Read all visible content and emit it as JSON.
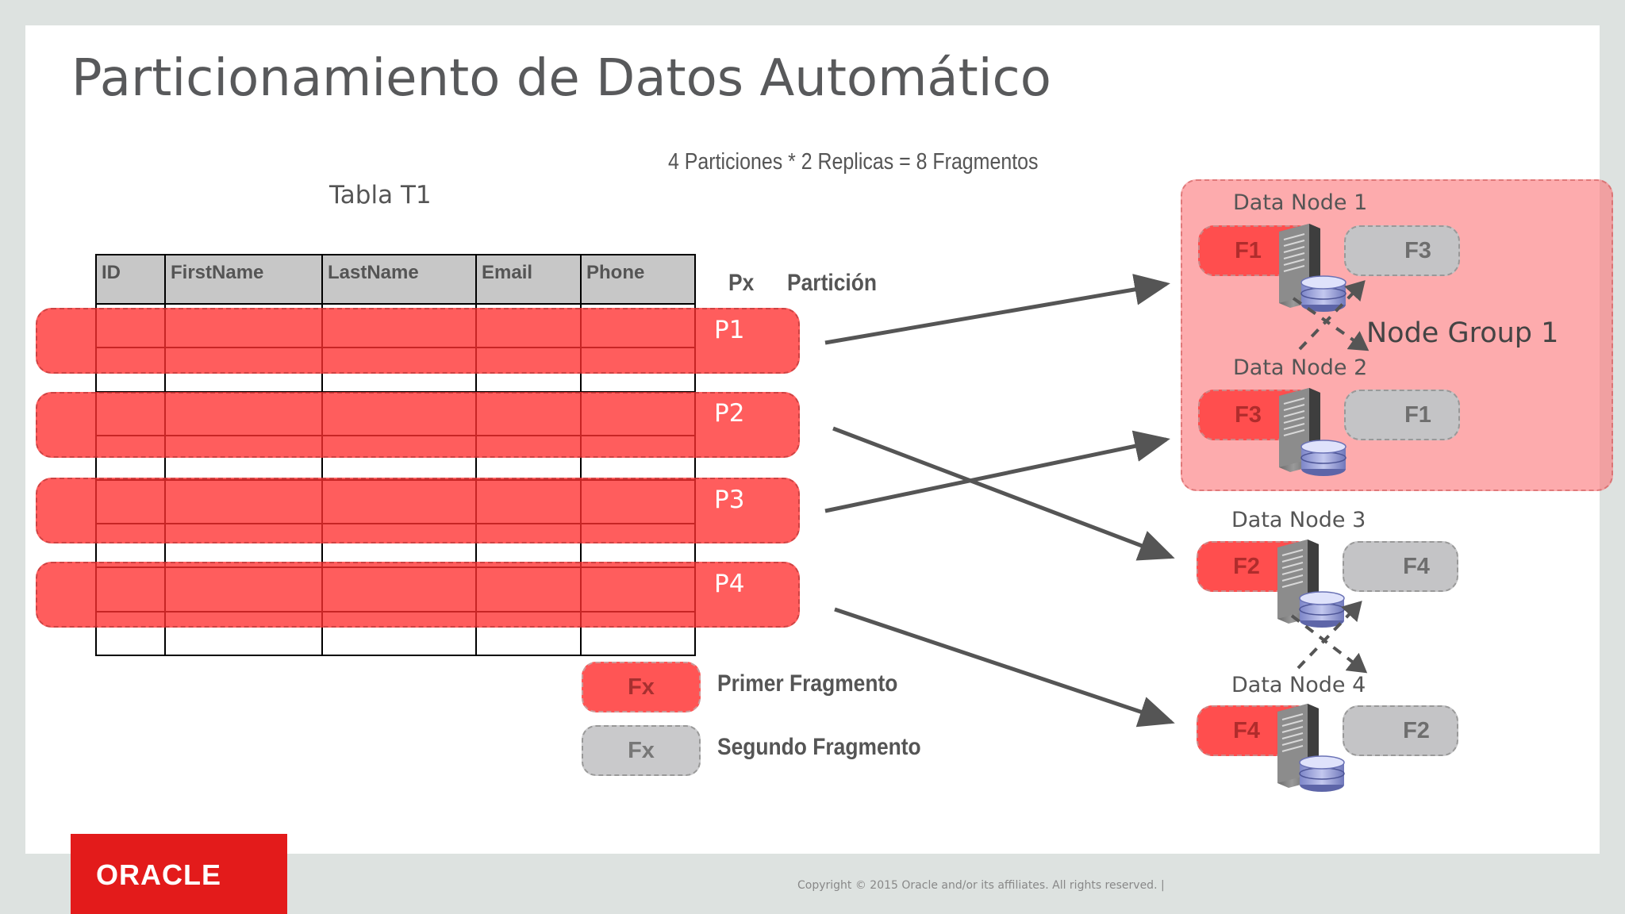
{
  "slide": {
    "title": "Particionamiento de Datos Automático",
    "formula": "4 Particiones * 2 Replicas = 8 Fragmentos",
    "table_title": "Tabla T1"
  },
  "table": {
    "columns": [
      "ID",
      "FirstName",
      "LastName",
      "Email",
      "Phone"
    ],
    "empty_rows": 8
  },
  "partition_headers": {
    "px": "Px",
    "particion": "Partición"
  },
  "partitions": [
    {
      "label": "P1",
      "target": "Data Node 1"
    },
    {
      "label": "P2",
      "target": "Data Node 3"
    },
    {
      "label": "P3",
      "target": "Data Node 2"
    },
    {
      "label": "P4",
      "target": "Data Node 4"
    }
  ],
  "legend": {
    "primary": {
      "swatch": "Fx",
      "label": "Primer Fragmento",
      "color": "#ff5555"
    },
    "secondary": {
      "swatch": "Fx",
      "label": "Segundo Fragmento",
      "color": "#c9c9cb"
    }
  },
  "node_group": {
    "label": "Node Group 1",
    "color": "#fc787a"
  },
  "data_nodes": [
    {
      "name": "Data Node 1",
      "primary": "F1",
      "secondary": "F3"
    },
    {
      "name": "Data Node 2",
      "primary": "F3",
      "secondary": "F1"
    },
    {
      "name": "Data Node 3",
      "primary": "F2",
      "secondary": "F4"
    },
    {
      "name": "Data Node 4",
      "primary": "F4",
      "secondary": "F2"
    }
  ],
  "footer": {
    "logo_text": "ORACLE",
    "copyright": "Copyright © 2015 Oracle and/or its affiliates. All rights reserved.  |"
  },
  "colors": {
    "oracle_red": "#e31b1b",
    "partition_red": "#ff3030"
  },
  "icons": [
    "server-icon",
    "database-icon",
    "arrow-icon"
  ]
}
